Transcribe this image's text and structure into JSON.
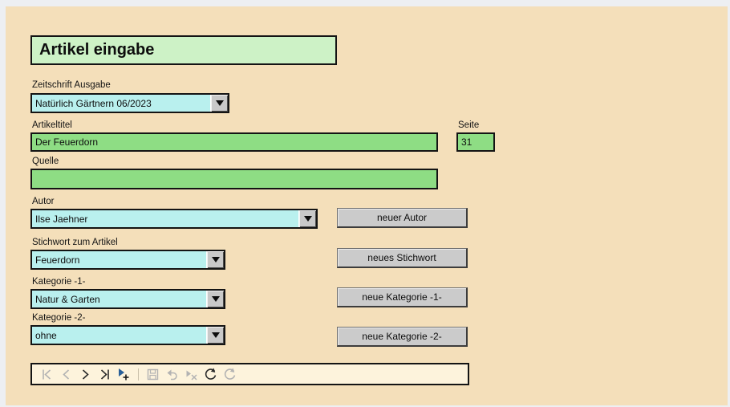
{
  "colors": {
    "frame": "#edeff2",
    "form_bg": "#f4dfba",
    "title_bg": "#cdf2c6",
    "input_bg": "#8edd84",
    "combo_bg": "#b9f0ee",
    "button_bg": "#cbcbcb",
    "navbar_bg": "#fdf3dc",
    "new_record_accent": "#2a6099"
  },
  "form": {
    "title": "Artikel eingabe",
    "zeitschrift": {
      "label": "Zeitschrift Ausgabe",
      "value": "Natürlich Gärtnern 06/2023"
    },
    "artikeltitel": {
      "label": "Artikeltitel",
      "value": "Der Feuerdorn"
    },
    "seite": {
      "label": "Seite",
      "value": "31"
    },
    "quelle": {
      "label": "Quelle",
      "value": ""
    },
    "autor": {
      "label": "Autor",
      "value": "Ilse Jaehner",
      "button": "neuer Autor"
    },
    "stichwort": {
      "label": "Stichwort zum Artikel",
      "value": "Feuerdorn",
      "button": "neues Stichwort"
    },
    "kategorie1": {
      "label": "Kategorie -1-",
      "value": "Natur & Garten",
      "button": "neue Kategorie -1-"
    },
    "kategorie2": {
      "label": "Kategorie -2-",
      "value": "ohne",
      "button": "neue Kategorie -2-"
    }
  },
  "navbar": {
    "icons": [
      {
        "name": "first-record",
        "enabled": false
      },
      {
        "name": "previous-record",
        "enabled": false
      },
      {
        "name": "next-record",
        "enabled": true
      },
      {
        "name": "last-record",
        "enabled": true
      },
      {
        "name": "new-record",
        "enabled": true
      },
      {
        "name": "save-record",
        "enabled": false
      },
      {
        "name": "undo",
        "enabled": false
      },
      {
        "name": "delete-record",
        "enabled": false
      },
      {
        "name": "refresh",
        "enabled": true
      },
      {
        "name": "refresh-control",
        "enabled": false
      }
    ]
  }
}
